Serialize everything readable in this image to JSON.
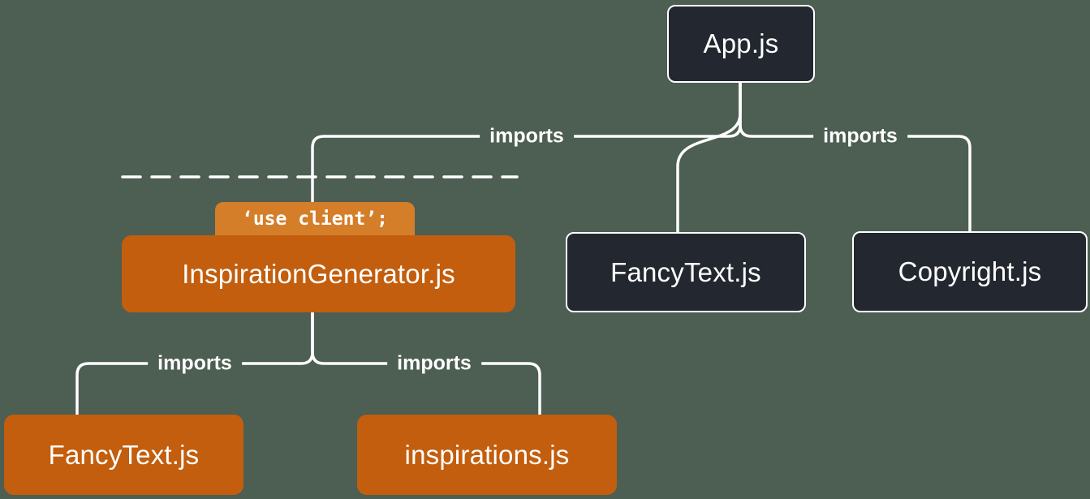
{
  "title": "React 'use client' module dependency diagram",
  "colors": {
    "background": "#4d5e53",
    "dark_box": "#23272f",
    "dark_box_border": "#ffffff",
    "orange_box": "#c25e0e",
    "directive_bg": "#d57e2a",
    "line": "#ffffff",
    "text": "#ffffff"
  },
  "nodes": {
    "app": {
      "label": "App.js"
    },
    "inspiration_generator": {
      "label": "InspirationGenerator.js",
      "directive": "‘use client’;"
    },
    "fancy_text_server": {
      "label": "FancyText.js"
    },
    "copyright": {
      "label": "Copyright.js"
    },
    "fancy_text_client": {
      "label": "FancyText.js"
    },
    "inspirations": {
      "label": "inspirations.js"
    }
  },
  "edges": {
    "app_to_inspiration_generator": "imports",
    "app_to_copyright": "imports",
    "inspiration_generator_to_fancy_text": "imports",
    "inspiration_generator_to_inspirations": "imports"
  }
}
